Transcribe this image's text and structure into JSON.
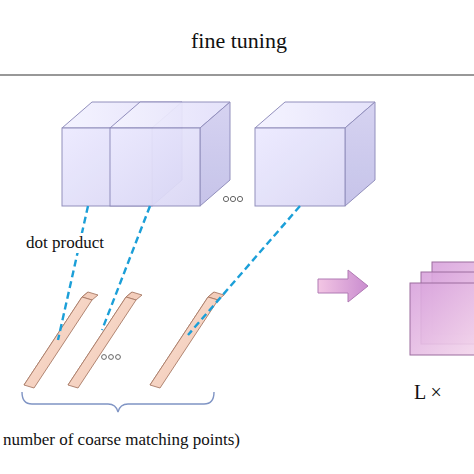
{
  "diagram": {
    "title": "fine tuning",
    "labels": [
      "dot product",
      "number of coarse matching points)",
      "L ×"
    ]
  }
}
